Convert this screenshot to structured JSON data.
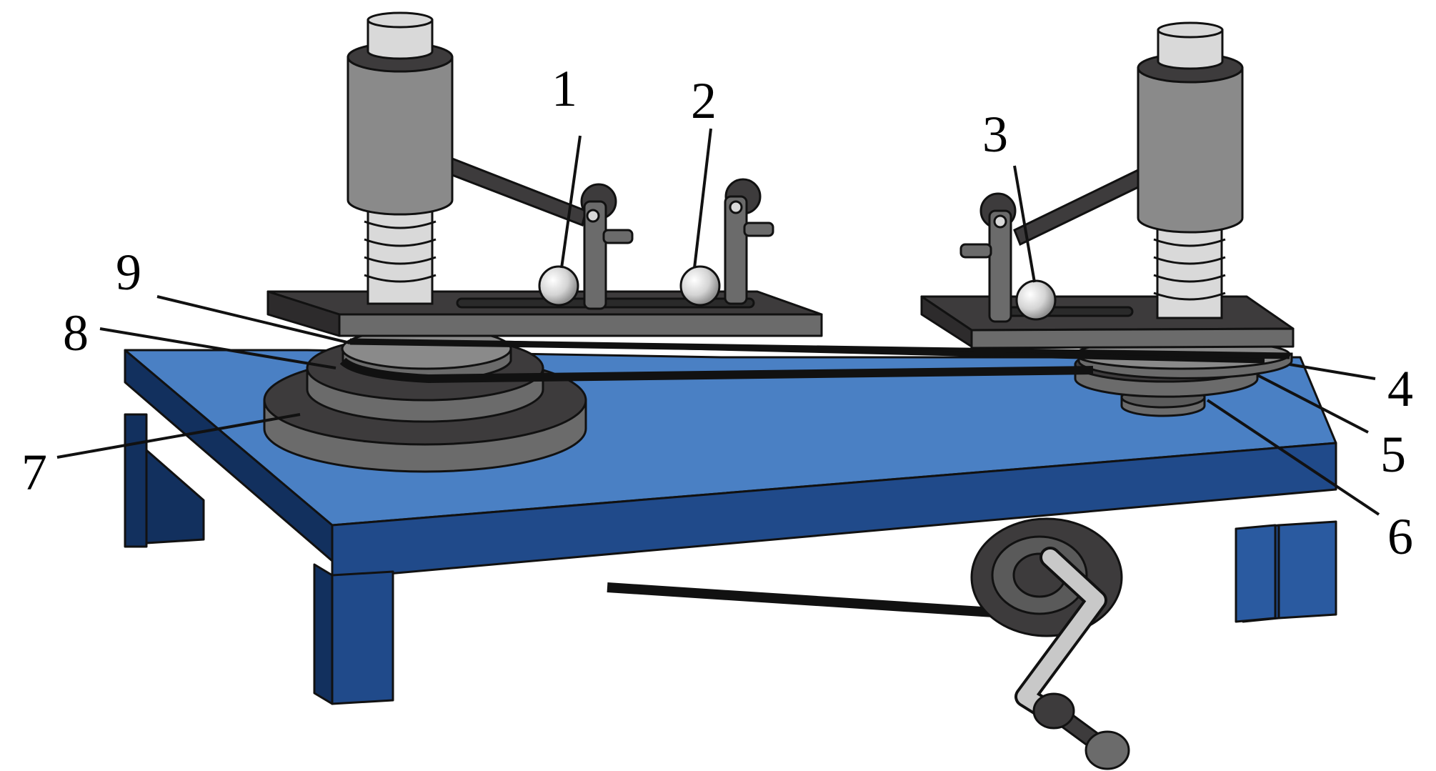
{
  "diagram": {
    "labels": [
      {
        "id": "1",
        "text": "1"
      },
      {
        "id": "2",
        "text": "2"
      },
      {
        "id": "3",
        "text": "3"
      },
      {
        "id": "4",
        "text": "4"
      },
      {
        "id": "5",
        "text": "5"
      },
      {
        "id": "6",
        "text": "6"
      },
      {
        "id": "7",
        "text": "7"
      },
      {
        "id": "8",
        "text": "8"
      },
      {
        "id": "9",
        "text": "9"
      }
    ]
  },
  "colors": {
    "table_top": "#4a80c4",
    "table_side": "#204a8a",
    "table_dark": "#12305e",
    "metal_dark": "#3d3b3c",
    "metal_mid": "#6b6b6b",
    "metal_light": "#8a8a8a",
    "spring": "#d9d9d9",
    "outline": "#111111"
  }
}
